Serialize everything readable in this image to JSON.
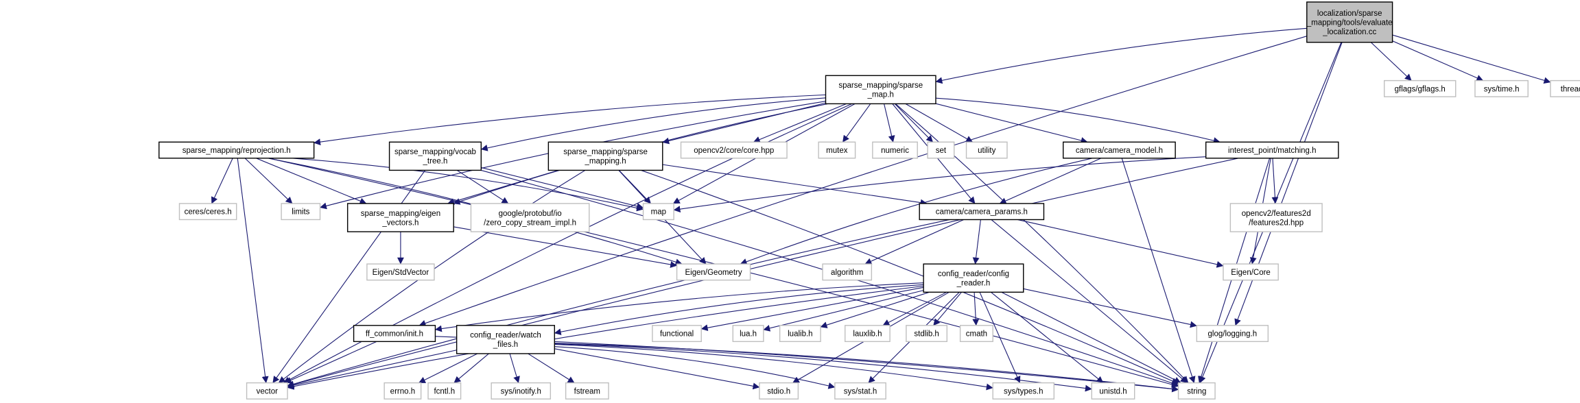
{
  "diagram": {
    "type": "include-dependency-graph",
    "nodes": [
      {
        "id": "root",
        "lines": [
          "localization/sparse",
          "_mapping/tools/evaluate",
          "_localization.cc"
        ],
        "kind": "root"
      },
      {
        "id": "sparse_map",
        "lines": [
          "sparse_mapping/sparse",
          "_map.h"
        ],
        "kind": "project"
      },
      {
        "id": "gflags",
        "lines": [
          "gflags/gflags.h"
        ],
        "kind": "external"
      },
      {
        "id": "systime",
        "lines": [
          "sys/time.h"
        ],
        "kind": "external"
      },
      {
        "id": "thread",
        "lines": [
          "thread"
        ],
        "kind": "external"
      },
      {
        "id": "reprojection",
        "lines": [
          "sparse_mapping/reprojection.h"
        ],
        "kind": "project"
      },
      {
        "id": "vocab_tree",
        "lines": [
          "sparse_mapping/vocab",
          "_tree.h"
        ],
        "kind": "project"
      },
      {
        "id": "sparse_mapping_h",
        "lines": [
          "sparse_mapping/sparse",
          "_mapping.h"
        ],
        "kind": "project"
      },
      {
        "id": "opencv_core",
        "lines": [
          "opencv2/core/core.hpp"
        ],
        "kind": "external"
      },
      {
        "id": "mutex",
        "lines": [
          "mutex"
        ],
        "kind": "external"
      },
      {
        "id": "numeric",
        "lines": [
          "numeric"
        ],
        "kind": "external"
      },
      {
        "id": "set",
        "lines": [
          "set"
        ],
        "kind": "external"
      },
      {
        "id": "utility",
        "lines": [
          "utility"
        ],
        "kind": "external"
      },
      {
        "id": "camera_model",
        "lines": [
          "camera/camera_model.h"
        ],
        "kind": "project"
      },
      {
        "id": "matching",
        "lines": [
          "interest_point/matching.h"
        ],
        "kind": "project"
      },
      {
        "id": "ceres",
        "lines": [
          "ceres/ceres.h"
        ],
        "kind": "external"
      },
      {
        "id": "limits",
        "lines": [
          "limits"
        ],
        "kind": "external"
      },
      {
        "id": "eigen_vectors",
        "lines": [
          "sparse_mapping/eigen",
          "_vectors.h"
        ],
        "kind": "project"
      },
      {
        "id": "protobuf",
        "lines": [
          "google/protobuf/io",
          "/zero_copy_stream_impl.h"
        ],
        "kind": "external"
      },
      {
        "id": "map",
        "lines": [
          "map"
        ],
        "kind": "external"
      },
      {
        "id": "camera_params",
        "lines": [
          "camera/camera_params.h"
        ],
        "kind": "project"
      },
      {
        "id": "features2d",
        "lines": [
          "opencv2/features2d",
          "/features2d.hpp"
        ],
        "kind": "external"
      },
      {
        "id": "eigen_stdvector",
        "lines": [
          "Eigen/StdVector"
        ],
        "kind": "external"
      },
      {
        "id": "eigen_geometry",
        "lines": [
          "Eigen/Geometry"
        ],
        "kind": "external"
      },
      {
        "id": "algorithm",
        "lines": [
          "algorithm"
        ],
        "kind": "external"
      },
      {
        "id": "config_reader",
        "lines": [
          "config_reader/config",
          "_reader.h"
        ],
        "kind": "project"
      },
      {
        "id": "eigen_core",
        "lines": [
          "Eigen/Core"
        ],
        "kind": "external"
      },
      {
        "id": "functional",
        "lines": [
          "functional"
        ],
        "kind": "external"
      },
      {
        "id": "lua",
        "lines": [
          "lua.h"
        ],
        "kind": "external"
      },
      {
        "id": "lualib",
        "lines": [
          "lualib.h"
        ],
        "kind": "external"
      },
      {
        "id": "lauxlib",
        "lines": [
          "lauxlib.h"
        ],
        "kind": "external"
      },
      {
        "id": "stdlib",
        "lines": [
          "stdlib.h"
        ],
        "kind": "external"
      },
      {
        "id": "cmath",
        "lines": [
          "cmath"
        ],
        "kind": "external"
      },
      {
        "id": "glog",
        "lines": [
          "glog/logging.h"
        ],
        "kind": "external"
      },
      {
        "id": "ff_init",
        "lines": [
          "ff_common/init.h"
        ],
        "kind": "project"
      },
      {
        "id": "watch_files",
        "lines": [
          "config_reader/watch",
          "_files.h"
        ],
        "kind": "project"
      },
      {
        "id": "vector",
        "lines": [
          "vector"
        ],
        "kind": "external"
      },
      {
        "id": "errno",
        "lines": [
          "errno.h"
        ],
        "kind": "external"
      },
      {
        "id": "fcntl",
        "lines": [
          "fcntl.h"
        ],
        "kind": "external"
      },
      {
        "id": "inotify",
        "lines": [
          "sys/inotify.h"
        ],
        "kind": "external"
      },
      {
        "id": "fstream",
        "lines": [
          "fstream"
        ],
        "kind": "external"
      },
      {
        "id": "stdio",
        "lines": [
          "stdio.h"
        ],
        "kind": "external"
      },
      {
        "id": "sysstat",
        "lines": [
          "sys/stat.h"
        ],
        "kind": "external"
      },
      {
        "id": "systypes",
        "lines": [
          "sys/types.h"
        ],
        "kind": "external"
      },
      {
        "id": "unistd",
        "lines": [
          "unistd.h"
        ],
        "kind": "external"
      },
      {
        "id": "string",
        "lines": [
          "string"
        ],
        "kind": "external"
      }
    ],
    "edges": [
      [
        "root",
        "sparse_map"
      ],
      [
        "root",
        "gflags"
      ],
      [
        "root",
        "systime"
      ],
      [
        "root",
        "thread"
      ],
      [
        "root",
        "ff_init"
      ],
      [
        "root",
        "glog"
      ],
      [
        "root",
        "string"
      ],
      [
        "sparse_map",
        "reprojection"
      ],
      [
        "sparse_map",
        "vocab_tree"
      ],
      [
        "sparse_map",
        "sparse_mapping_h"
      ],
      [
        "sparse_map",
        "opencv_core"
      ],
      [
        "sparse_map",
        "mutex"
      ],
      [
        "sparse_map",
        "numeric"
      ],
      [
        "sparse_map",
        "set"
      ],
      [
        "sparse_map",
        "utility"
      ],
      [
        "sparse_map",
        "camera_model"
      ],
      [
        "sparse_map",
        "matching"
      ],
      [
        "sparse_map",
        "limits"
      ],
      [
        "sparse_map",
        "eigen_vectors"
      ],
      [
        "sparse_map",
        "map"
      ],
      [
        "sparse_map",
        "camera_params"
      ],
      [
        "sparse_map",
        "vector"
      ],
      [
        "sparse_map",
        "string"
      ],
      [
        "reprojection",
        "ceres"
      ],
      [
        "reprojection",
        "limits"
      ],
      [
        "reprojection",
        "eigen_vectors"
      ],
      [
        "reprojection",
        "map"
      ],
      [
        "reprojection",
        "eigen_geometry"
      ],
      [
        "reprojection",
        "vector"
      ],
      [
        "reprojection",
        "string"
      ],
      [
        "vocab_tree",
        "protobuf"
      ],
      [
        "vocab_tree",
        "map"
      ],
      [
        "vocab_tree",
        "vector"
      ],
      [
        "vocab_tree",
        "string"
      ],
      [
        "sparse_mapping_h",
        "eigen_vectors"
      ],
      [
        "sparse_mapping_h",
        "map"
      ],
      [
        "sparse_mapping_h",
        "eigen_geometry"
      ],
      [
        "sparse_mapping_h",
        "camera_params"
      ],
      [
        "sparse_mapping_h",
        "vector"
      ],
      [
        "sparse_mapping_h",
        "string"
      ],
      [
        "camera_model",
        "camera_params"
      ],
      [
        "camera_model",
        "eigen_geometry"
      ],
      [
        "camera_model",
        "string"
      ],
      [
        "matching",
        "map"
      ],
      [
        "matching",
        "features2d"
      ],
      [
        "matching",
        "eigen_core"
      ],
      [
        "matching",
        "vector"
      ],
      [
        "matching",
        "string"
      ],
      [
        "eigen_vectors",
        "eigen_stdvector"
      ],
      [
        "eigen_vectors",
        "eigen_geometry"
      ],
      [
        "camera_params",
        "algorithm"
      ],
      [
        "camera_params",
        "config_reader"
      ],
      [
        "camera_params",
        "eigen_core"
      ],
      [
        "camera_params",
        "vector"
      ],
      [
        "camera_params",
        "string"
      ],
      [
        "config_reader",
        "ff_init"
      ],
      [
        "config_reader",
        "watch_files"
      ],
      [
        "config_reader",
        "functional"
      ],
      [
        "config_reader",
        "lua"
      ],
      [
        "config_reader",
        "lualib"
      ],
      [
        "config_reader",
        "lauxlib"
      ],
      [
        "config_reader",
        "stdlib"
      ],
      [
        "config_reader",
        "cmath"
      ],
      [
        "config_reader",
        "glog"
      ],
      [
        "config_reader",
        "vector"
      ],
      [
        "config_reader",
        "stdio"
      ],
      [
        "config_reader",
        "sysstat"
      ],
      [
        "config_reader",
        "systypes"
      ],
      [
        "config_reader",
        "unistd"
      ],
      [
        "config_reader",
        "string"
      ],
      [
        "ff_init",
        "vector"
      ],
      [
        "ff_init",
        "string"
      ],
      [
        "watch_files",
        "vector"
      ],
      [
        "watch_files",
        "errno"
      ],
      [
        "watch_files",
        "fcntl"
      ],
      [
        "watch_files",
        "inotify"
      ],
      [
        "watch_files",
        "fstream"
      ],
      [
        "watch_files",
        "stdio"
      ],
      [
        "watch_files",
        "sysstat"
      ],
      [
        "watch_files",
        "systypes"
      ],
      [
        "watch_files",
        "unistd"
      ],
      [
        "watch_files",
        "string"
      ]
    ]
  }
}
